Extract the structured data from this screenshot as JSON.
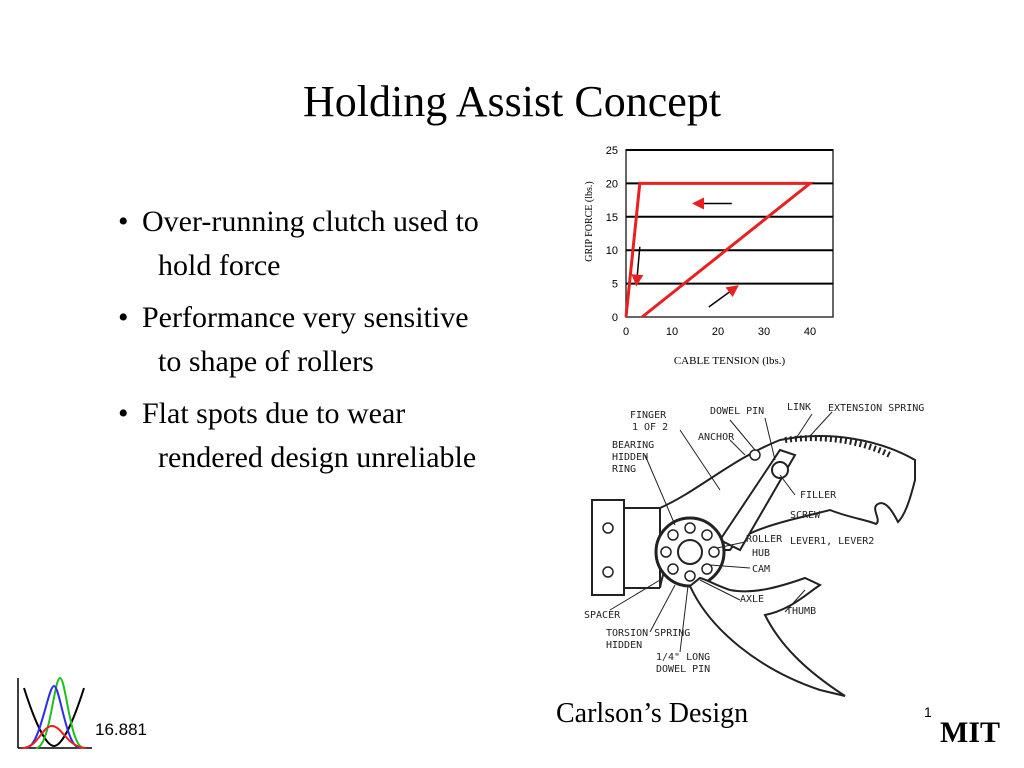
{
  "slide": {
    "title": "Holding Assist Concept",
    "bullets": [
      "Over-running clutch used to hold force",
      "Performance very sensitive to shape of rollers",
      "Flat spots due to wear rendered design unreliable"
    ],
    "bullet_glyph": "•",
    "caption": "Carlson’s Design",
    "slide_number": "1",
    "footer_org": "MIT",
    "course_number": "16.881"
  },
  "chart_data": {
    "type": "line",
    "xlabel": "CABLE TENSION (lbs.)",
    "ylabel": "GRIP FORCE (lbs.)",
    "xlim": [
      0,
      45
    ],
    "ylim": [
      0,
      25
    ],
    "x_ticks": [
      0,
      10,
      20,
      30,
      40
    ],
    "y_ticks": [
      0,
      5,
      10,
      15,
      20,
      25
    ],
    "grid": true,
    "series": [
      {
        "color": "#e8201f",
        "points": [
          [
            0,
            0
          ],
          [
            3,
            20
          ],
          [
            40,
            20
          ],
          [
            3.5,
            0
          ]
        ]
      }
    ],
    "annotations": [
      {
        "kind": "arrow",
        "from": [
          23,
          17
        ],
        "to": [
          15,
          17
        ],
        "color": "#e8201f"
      },
      {
        "kind": "arrow",
        "from": [
          3,
          10.5
        ],
        "to": [
          2.3,
          5
        ],
        "color": "#e8201f"
      },
      {
        "kind": "arrow",
        "from": [
          18,
          1.5
        ],
        "to": [
          24,
          4.5
        ],
        "color": "#e8201f"
      }
    ]
  },
  "diagram_labels": [
    {
      "key": "finger",
      "text": "FINGER"
    },
    {
      "key": "finger2",
      "text": "1 OF 2"
    },
    {
      "key": "dowel",
      "text": "DOWEL PIN"
    },
    {
      "key": "link",
      "text": "LINK"
    },
    {
      "key": "ext",
      "text": "EXTENSION SPRING"
    },
    {
      "key": "anchor",
      "text": "ANCHOR"
    },
    {
      "key": "bearing",
      "text": "BEARING"
    },
    {
      "key": "hidden",
      "text": "HIDDEN"
    },
    {
      "key": "ring",
      "text": "RING"
    },
    {
      "key": "filler",
      "text": "FILLER"
    },
    {
      "key": "screw",
      "text": "SCREW"
    },
    {
      "key": "lever",
      "text": "LEVER1, LEVER2"
    },
    {
      "key": "roller",
      "text": "ROLLER"
    },
    {
      "key": "hub",
      "text": "HUB"
    },
    {
      "key": "cam",
      "text": "CAM"
    },
    {
      "key": "axle",
      "text": "AXLE"
    },
    {
      "key": "thumb",
      "text": "THUMB"
    },
    {
      "key": "spacer",
      "text": "SPACER"
    },
    {
      "key": "torsion",
      "text": "TORSION SPRING"
    },
    {
      "key": "hidden2",
      "text": "HIDDEN"
    },
    {
      "key": "dowel2a",
      "text": "1/4\" LONG"
    },
    {
      "key": "dowel2b",
      "text": "DOWEL PIN"
    }
  ],
  "colors": {
    "accent": "#e8201f",
    "logo_green": "#1fbf1f",
    "logo_blue": "#2d2de6",
    "logo_red": "#e81f1f"
  }
}
